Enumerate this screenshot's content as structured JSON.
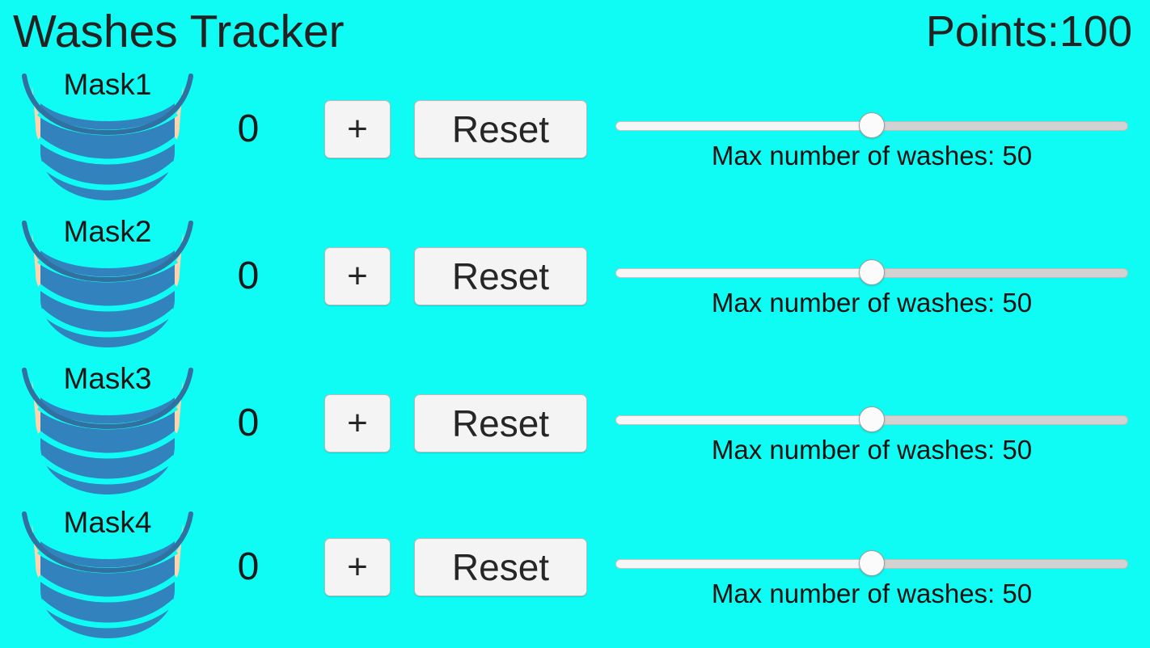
{
  "header": {
    "title": "Washes Tracker",
    "points_label": "Points:100"
  },
  "slider_common": {
    "min": 0,
    "max": 100,
    "value": 50,
    "fill_percent": 50
  },
  "rows": [
    {
      "mask_label": "Mask1",
      "mask_icon": "face-mask-icon",
      "count": "0",
      "increment_label": "+",
      "reset_label": "Reset",
      "slider_value": 50,
      "slider_caption": "Max number of washes: 50"
    },
    {
      "mask_label": "Mask2",
      "mask_icon": "face-mask-icon",
      "count": "0",
      "increment_label": "+",
      "reset_label": "Reset",
      "slider_value": 50,
      "slider_caption": "Max number of washes: 50"
    },
    {
      "mask_label": "Mask3",
      "mask_icon": "face-mask-icon",
      "count": "0",
      "increment_label": "+",
      "reset_label": "Reset",
      "slider_value": 50,
      "slider_caption": "Max number of washes: 50"
    },
    {
      "mask_label": "Mask4",
      "mask_icon": "face-mask-icon",
      "count": "0",
      "increment_label": "+",
      "reset_label": "Reset",
      "slider_value": 50,
      "slider_caption": "Max number of washes: 50"
    }
  ],
  "colors": {
    "background": "#0ffcf4",
    "mask_blue": "#3182bd",
    "mask_outline": "#31709f",
    "ear_loop": "#ffd3ad",
    "button_face": "#f4f4f4",
    "text": "#1b1b1b",
    "track_unfilled": "#d2d2d2",
    "track_filled": "#f6f6f6"
  }
}
